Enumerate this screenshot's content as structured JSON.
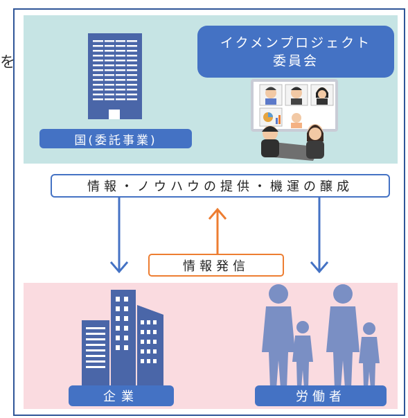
{
  "stray_char": "を",
  "top": {
    "committee_label_line1": "イクメンプロジェクト",
    "committee_label_line2": "委員会",
    "government_label": "国(委託事業)"
  },
  "center": {
    "info_provision_label": "情報・ノウハウの提供・機運の醸成",
    "info_transmission_label": "情報発信"
  },
  "bottom": {
    "company_label": "企業",
    "workers_label": "労働者"
  },
  "colors": {
    "frame": "#2f5597",
    "pill": "#4472c4",
    "top_band": "#c6e4e4",
    "bottom_band": "#fadbe0",
    "arrow_down": "#4472c4",
    "arrow_up": "#ed7d31",
    "building_icon": "#4a66a8",
    "people_icon": "#7a8fc4"
  },
  "icons": [
    "office-tower-icon",
    "meeting-illustration",
    "company-buildings-icon",
    "family-people-icon"
  ]
}
